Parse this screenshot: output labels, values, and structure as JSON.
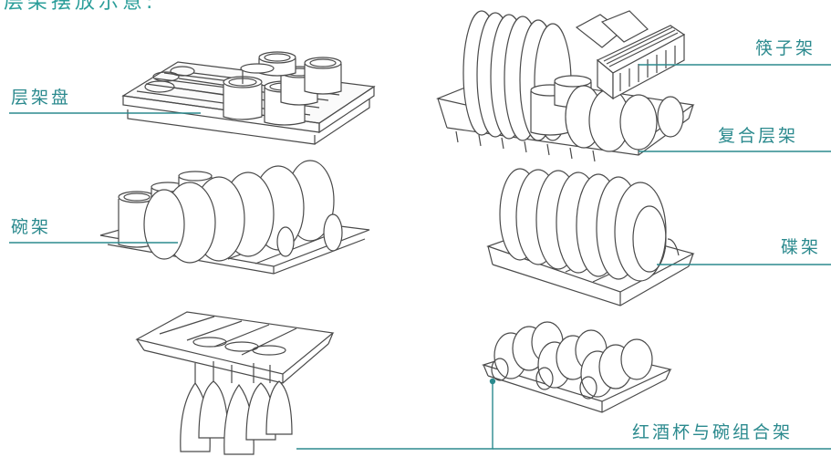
{
  "title": "层架摆放示意:",
  "labels": {
    "tray": "层架盘",
    "chopsticks": "筷子架",
    "combo": "复合层架",
    "bowl": "碗架",
    "dish": "碟架",
    "wine": "红酒杯与碗组合架"
  },
  "colors": {
    "line": "#2b8a8e",
    "stroke": "#4a4a4a",
    "title": "#2b9e9a"
  }
}
